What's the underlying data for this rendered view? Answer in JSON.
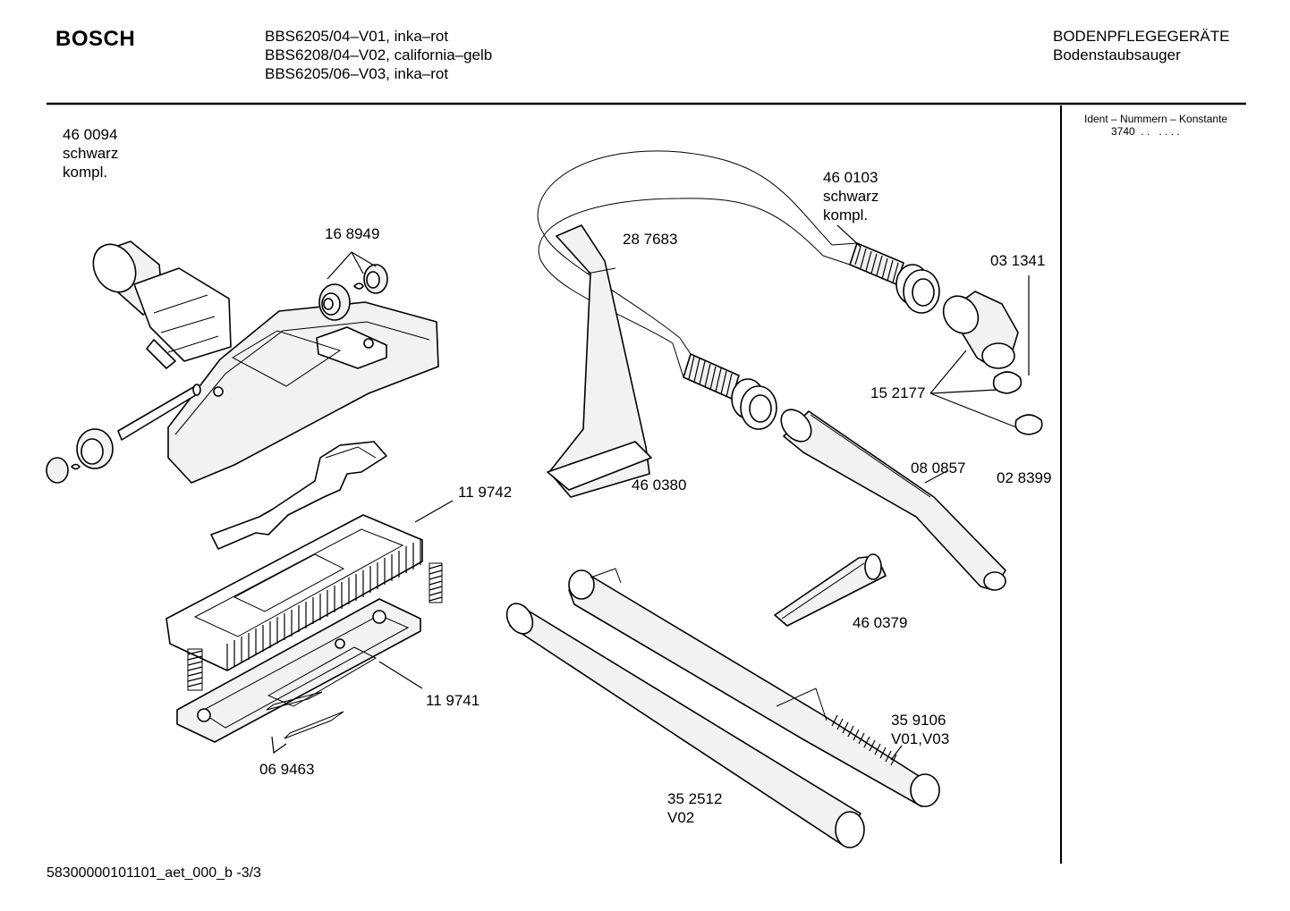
{
  "header": {
    "brand": "BOSCH",
    "models": [
      "BBS6205/04–V01, inka–rot",
      "BBS6208/04–V02, california–gelb",
      "BBS6205/06–V03, inka–rot"
    ],
    "category": "BODENPFLEGEGERÄTE",
    "subcategory": "Bodenstaubsauger"
  },
  "ident_box": {
    "title": "Ident – Nummern – Konstante",
    "value": "3740  . .   . . . ."
  },
  "parts": {
    "floor_nozzle": {
      "number": "46 0094",
      "line2": "schwarz",
      "line3": "kompl."
    },
    "wheels": {
      "number": "16 8949"
    },
    "hose": {
      "number": "28 7683"
    },
    "hose_complete": {
      "number": "46 0103",
      "line2": "schwarz",
      "line3": "kompl."
    },
    "elbow": {
      "number": "03 1341"
    },
    "clip_ring": {
      "number": "15 2177"
    },
    "ring": {
      "number": "02 8399"
    },
    "handle_tube": {
      "number": "08 0857"
    },
    "upholstery_nozzle": {
      "number": "46 0380"
    },
    "sole_upper": {
      "number": "11 9742"
    },
    "sole_lower": {
      "number": "11 9741"
    },
    "crevice_nozzle": {
      "number": "46 0379"
    },
    "telescopic_tube": {
      "number": "35 9106",
      "line2": "V01,V03"
    },
    "strip": {
      "number": "06 9463"
    },
    "extension_tube": {
      "number": "35 2512",
      "line2": "V02"
    }
  },
  "footer": {
    "doc_id": "58300000101101_aet_000_b -3/3"
  }
}
